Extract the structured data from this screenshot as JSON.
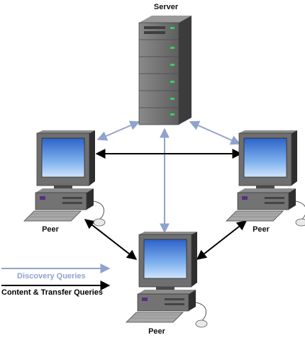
{
  "labels": {
    "server": "Server",
    "peer_left": "Peer",
    "peer_right": "Peer",
    "peer_bottom": "Peer"
  },
  "legend": {
    "discovery": "Discovery Queries",
    "content": "Content & Transfer Queries"
  },
  "colors": {
    "discovery_arrow": "#8fa3cc",
    "content_arrow": "#000000",
    "device_body": "#6e6e6e",
    "device_dark": "#3a3a3a",
    "screen": "#4f86d8"
  }
}
